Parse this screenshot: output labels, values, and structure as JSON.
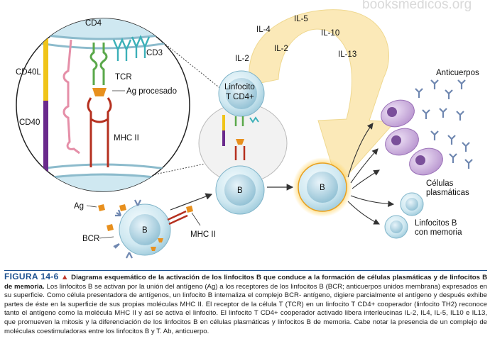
{
  "watermark": "booksmedicos.org",
  "labels": {
    "cd4": "CD4",
    "cd40l": "CD40L",
    "cd40": "CD40",
    "cd3": "CD3",
    "tcr": "TCR",
    "ag_procesado": "Ag procesado",
    "mhc_ii_zoom": "MHC II",
    "linfocito_t_line1": "Linfocito",
    "linfocito_t_line2": "T CD4+",
    "b_center": "B",
    "b_activated": "B",
    "b_apc": "B",
    "ag": "Ag",
    "bcr": "BCR",
    "mhc_ii_apc": "MHC II",
    "anticuerpos": "Anticuerpos",
    "celulas_line1": "Células",
    "celulas_line2": "plasmáticas",
    "memoria_line1": "Linfocitos B",
    "memoria_line2": "con memoria"
  },
  "cytokines": [
    "IL-2",
    "IL-4",
    "IL-5",
    "IL-10",
    "IL-13",
    "IL-2"
  ],
  "caption": {
    "figure": "FIGURA 14-6",
    "triangle": "▲",
    "title": "Diagrama esquemático de la activación de los linfocitos B que conduce a la formación de células plasmáticas y de linfocitos B de memoria.",
    "body": "Los linfocitos B se activan por la unión del antígeno (Ag) a los receptores de los linfocitos B (BCR; anticuerpos unidos membrana) expresados en su superficie. Como célula presentadora de antígenos, un linfocito B internaliza el complejo BCR- antígeno, digiere parcialmente el antígeno y después exhibe partes de éste en la superficie de sus propias moléculas MHC II. El receptor de la célula T (TCR) en un linfocito T CD4+ cooperador (linfocito TH2) reconoce tanto el antígeno como la molécula MHC II y así se activa el linfocito. El linfocito T CD4+ cooperador activado libera interleucinas IL-2, IL4, IL-5, IL10 e IL13, que promueven la mitosis y la diferenciación de los linfocitos B en células plasmáticas y linfocitos B de memoria. Cabe notar la presencia de un complejo de moléculas coestimuladoras entre los linfocitos B y T. Ab, anticuerpo."
  },
  "colors": {
    "cell_fill": "#cfe8f1",
    "cell_edge": "#7fb4c9",
    "plasma": "#b895cf",
    "arrow_fill": "#fbe9b8",
    "cd40l": "#f0c419",
    "cd40": "#6a2a8c",
    "tcr": "#5aa84a",
    "mhc": "#b5301f",
    "antigen": "#e8901e",
    "cd3": "#3bb0b8",
    "cd4": "#e58fa8",
    "antibody": "#6f87b0",
    "caption_blue": "#1b4f8f"
  }
}
